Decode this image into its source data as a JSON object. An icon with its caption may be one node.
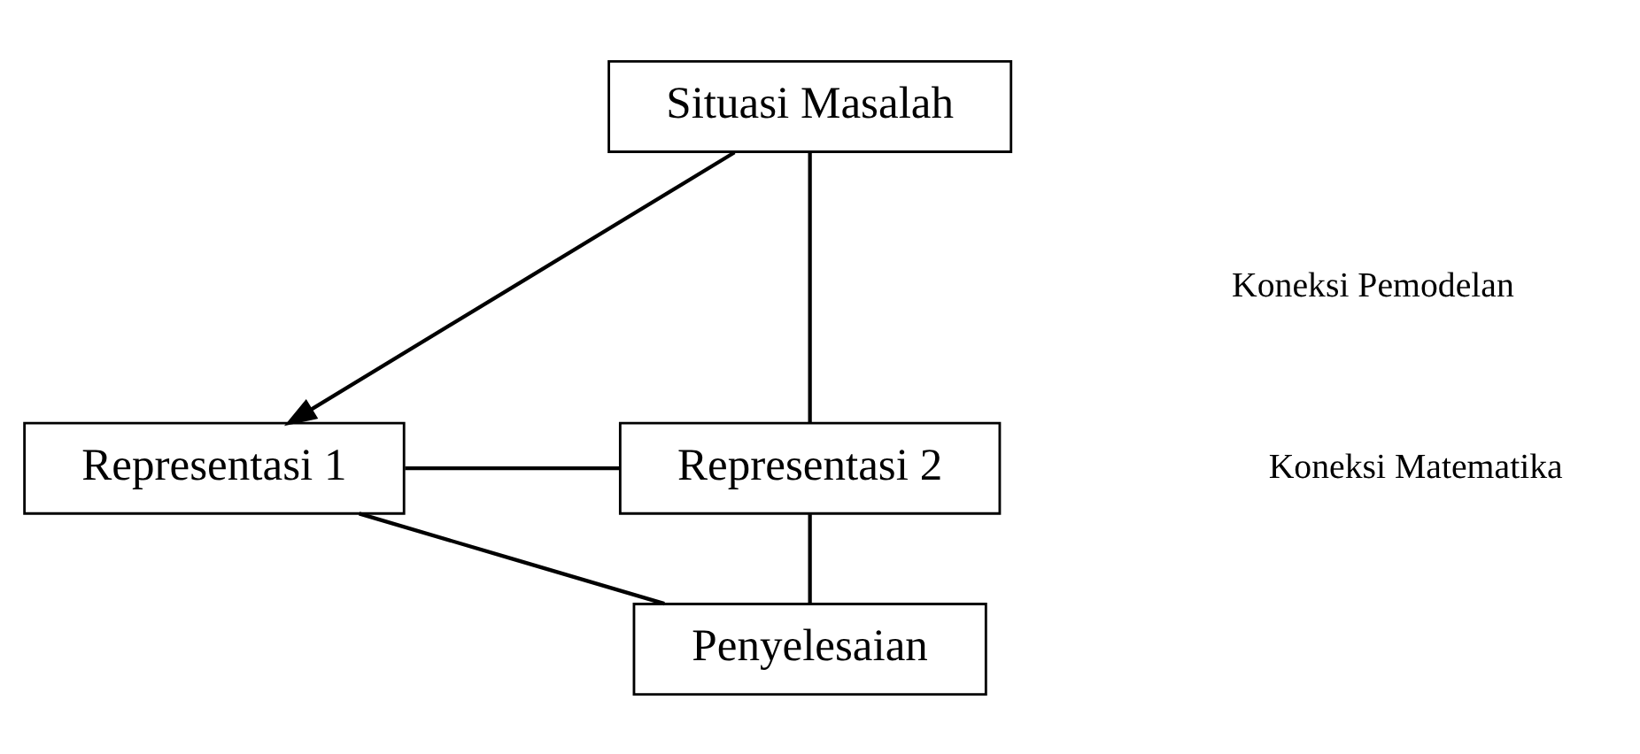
{
  "diagram": {
    "nodes": [
      {
        "text": [
          "Situasi Masalah"
        ]
      },
      {
        "text": [
          "Representasi 1"
        ]
      },
      {
        "text": [
          "Representasi 2"
        ]
      },
      {
        "text": [
          "Penyelesaian"
        ]
      }
    ],
    "edges": [
      {
        "from": 0,
        "to": 1,
        "arrow": "to"
      },
      {
        "from": 0,
        "to": 2,
        "arrow": "none"
      },
      {
        "from": 1,
        "to": 2,
        "arrow": "none"
      },
      {
        "from": 1,
        "to": 3,
        "arrow": "none"
      },
      {
        "from": 2,
        "to": 3,
        "arrow": "none"
      }
    ],
    "labels": [
      "Koneksi Pemodelan",
      "Koneksi Matematika"
    ]
  }
}
